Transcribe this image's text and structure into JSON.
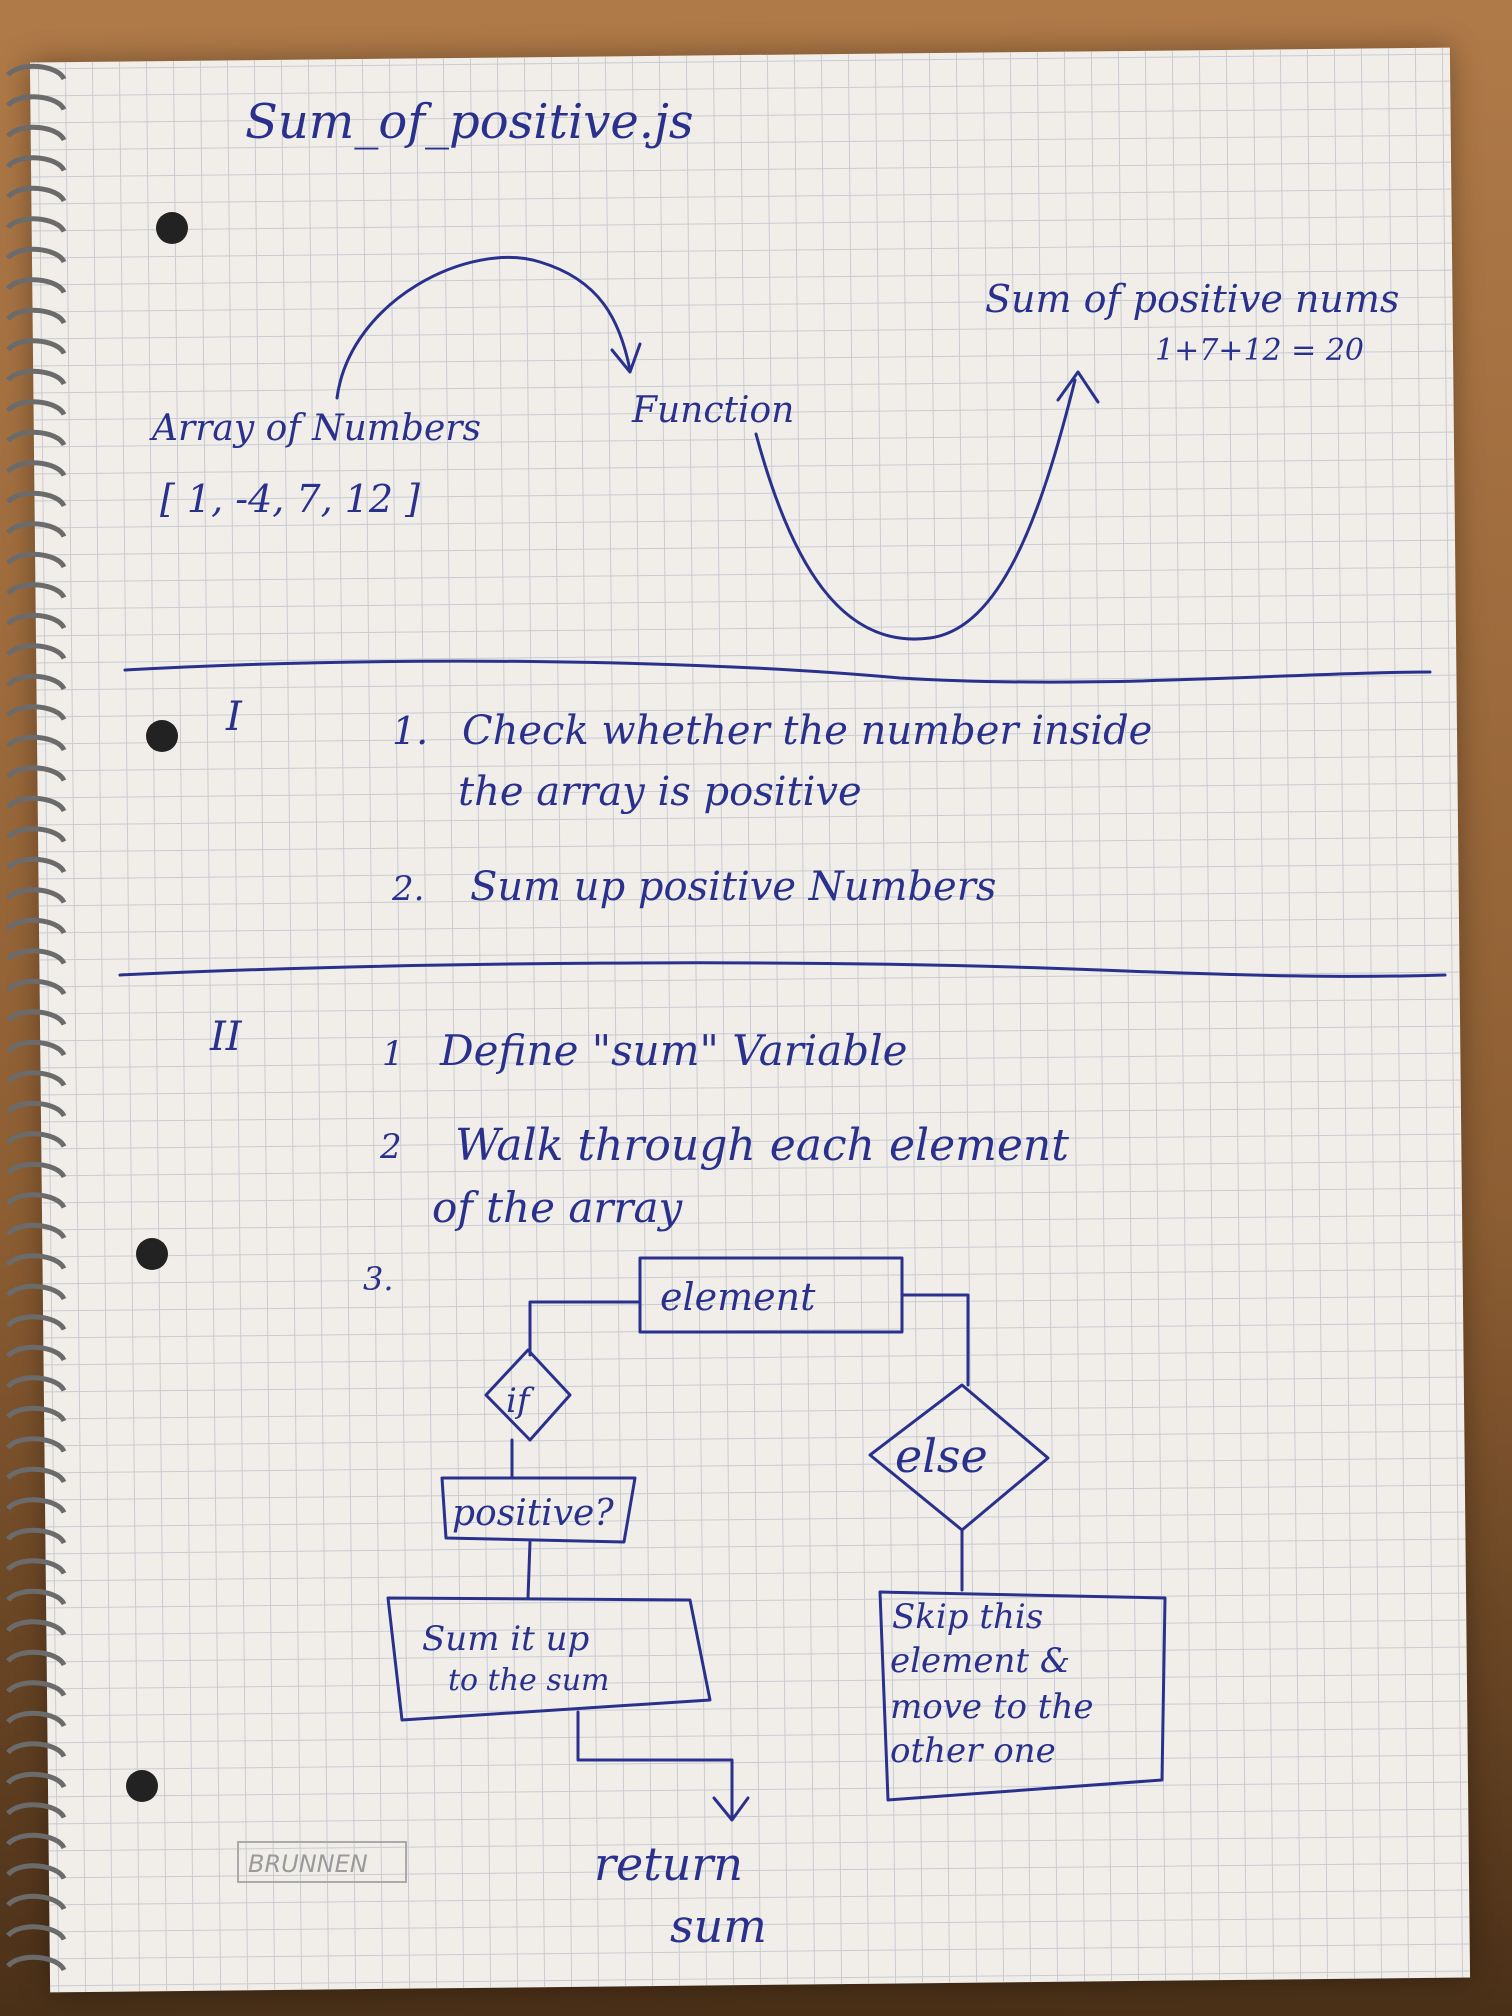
{
  "title": "Sum_of_positive.js",
  "top_diagram": {
    "input_label": "Array of Numbers",
    "input_array": "[ 1, -4, 7, 12 ]",
    "function_label": "Function",
    "output_label": "Sum of positive nums",
    "output_equation": "1+7+12 = 20"
  },
  "section_one": {
    "numeral": "I",
    "step1_num": "1.",
    "step1_line1": "Check whether the number inside",
    "step1_line2": "the array is positive",
    "step2_num": "2.",
    "step2": "Sum up positive Numbers"
  },
  "section_two": {
    "numeral": "II",
    "step1_num": "1",
    "step1": "Define \"sum\" Variable",
    "step2_num": "2",
    "step2_line1": "Walk through each element",
    "step2_line2": "of the array",
    "step3_num": "3."
  },
  "flowchart": {
    "element": "element",
    "if": "if",
    "positive": "positive?",
    "sum_line1": "Sum it up",
    "sum_line2": "to the sum",
    "else": "else",
    "skip_line1": "Skip this",
    "skip_line2": "element &",
    "skip_line3": "move to the",
    "skip_line4": "other one",
    "return_line1": "return",
    "return_line2": "sum"
  },
  "logo": "BRUNNEN",
  "ink_color": "#2a318c",
  "paper_color": "#f1eeea"
}
